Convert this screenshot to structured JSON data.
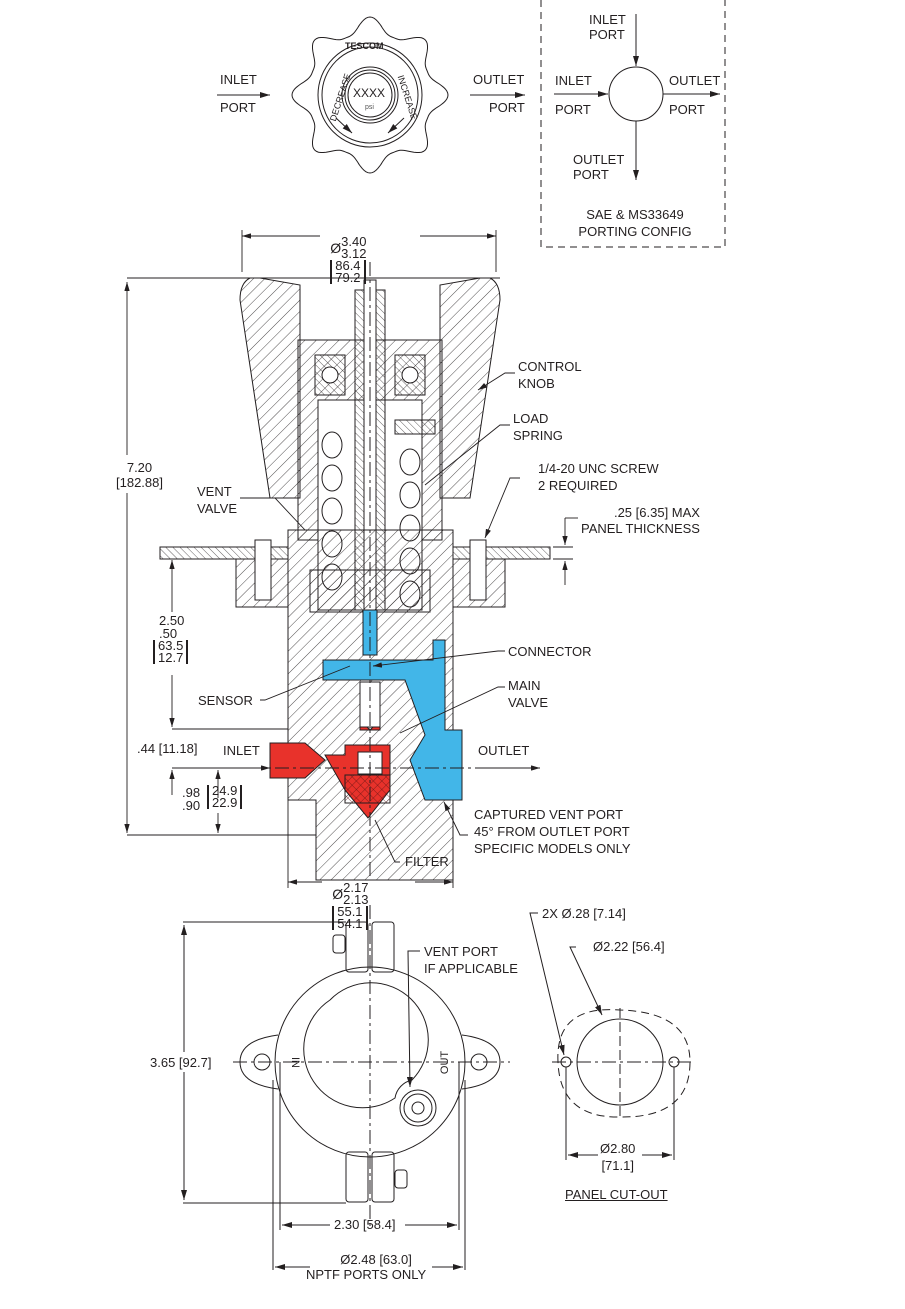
{
  "colors": {
    "line": "#231f20",
    "inlet_pressure": "#e8322b",
    "outlet_pressure": "#42b6e8",
    "background": "#ffffff"
  },
  "knob_top_view": {
    "brand": "TESCOM",
    "setpoint": "XXXX",
    "unit": "psi",
    "decrease_label": "DECREASE",
    "increase_label": "INCREASE",
    "inlet_label": [
      "INLET",
      "PORT"
    ],
    "outlet_label": [
      "OUTLET",
      "PORT"
    ]
  },
  "porting_config": {
    "top_label": [
      "INLET",
      "PORT"
    ],
    "left_label": [
      "INLET",
      "PORT"
    ],
    "right_label": [
      "OUTLET",
      "PORT"
    ],
    "bottom_label": [
      "OUTLET",
      "PORT"
    ],
    "caption": [
      "SAE & MS33649",
      "PORTING CONFIG"
    ]
  },
  "section_view": {
    "knob_diameter": {
      "symbol": "Ø",
      "max": "3.40",
      "min": "3.12",
      "max_mm": "86.4",
      "min_mm": "79.2"
    },
    "overall_height": {
      "in": "7.20",
      "mm": "[182.88]"
    },
    "panel_to_port": {
      "max": "2.50",
      "min": ".50",
      "max_mm": "63.5",
      "min_mm": "12.7"
    },
    "port_offset": ".44 [11.18]",
    "port_to_bottom": {
      "max": ".98",
      "min": ".90",
      "max_mm": "24.9",
      "min_mm": "22.9"
    },
    "body_diameter": {
      "symbol": "Ø",
      "max": "2.17",
      "min": "2.13",
      "max_mm": "55.1",
      "min_mm": "54.1"
    },
    "panel_thickness": [
      ".25 [6.35] MAX",
      "PANEL THICKNESS"
    ],
    "callouts": {
      "control_knob": [
        "CONTROL",
        "KNOB"
      ],
      "load_spring": [
        "LOAD",
        "SPRING"
      ],
      "screw": [
        "1/4-20 UNC SCREW",
        "2 REQUIRED"
      ],
      "vent_valve": [
        "VENT",
        "VALVE"
      ],
      "connector": "CONNECTOR",
      "main_valve": [
        "MAIN",
        "VALVE"
      ],
      "sensor": "SENSOR",
      "inlet": "INLET",
      "outlet": "OUTLET",
      "captured_vent": [
        "CAPTURED VENT PORT",
        "45° FROM OUTLET PORT",
        "SPECIFIC MODELS ONLY"
      ],
      "filter": "FILTER"
    }
  },
  "bottom_view": {
    "height_dim": "3.65 [92.7]",
    "width_dim": "2.30 [58.4]",
    "port_dim": [
      "Ø2.48 [63.0]",
      "NPTF PORTS ONLY"
    ],
    "vent_port": [
      "VENT PORT",
      "IF APPLICABLE"
    ],
    "in_mark": "IN",
    "out_mark": "OUT"
  },
  "panel_cutout": {
    "holes": "2X Ø.28 [7.14]",
    "bore": "Ø2.22 [56.4]",
    "bolt_circle": [
      "Ø2.80",
      "[71.1]"
    ],
    "title": "PANEL CUT-OUT"
  }
}
